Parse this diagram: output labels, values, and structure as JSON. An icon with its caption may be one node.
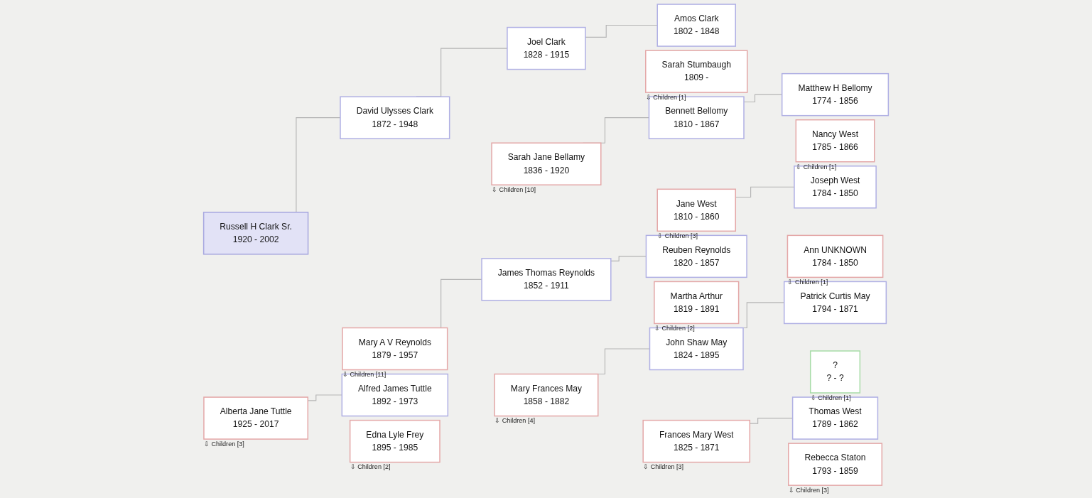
{
  "diagram": {
    "nodes": [
      {
        "text": [
          "Russell H Clark Sr.",
          "1920 - 2002"
        ]
      },
      {
        "text": [
          "Alberta Jane Tuttle",
          "1925 - 2017"
        ],
        "beside": [
          "⇩ Children [3]"
        ]
      },
      {
        "text": [
          "David Ulysses Clark",
          "1872 - 1948"
        ]
      },
      {
        "text": [
          "Mary A V Reynolds",
          "1879 - 1957"
        ],
        "beside": [
          "⇩ Children [11]"
        ]
      },
      {
        "text": [
          "Alfred James Tuttle",
          "1892 - 1973"
        ]
      },
      {
        "text": [
          "Edna Lyle Frey",
          "1895 - 1985"
        ],
        "beside": [
          "⇩ Children [2]"
        ]
      },
      {
        "text": [
          "Joel Clark",
          "1828 - 1915"
        ]
      },
      {
        "text": [
          "Sarah Jane Bellamy",
          "1836 - 1920"
        ],
        "beside": [
          "⇩ Children [10]"
        ]
      },
      {
        "text": [
          "James Thomas Reynolds",
          "1852 - 1911"
        ]
      },
      {
        "text": [
          "Mary Frances May",
          "1858 - 1882"
        ],
        "beside": [
          "⇩ Children [4]"
        ]
      },
      {
        "text": [
          "Amos Clark",
          "1802 - 1848"
        ]
      },
      {
        "text": [
          "Sarah Stumbaugh",
          "1809 -"
        ],
        "beside": [
          "⇩ Children [1]"
        ]
      },
      {
        "text": [
          "Bennett Bellomy",
          "1810 - 1867"
        ]
      },
      {
        "text": [
          "Jane West",
          "1810 - 1860"
        ],
        "beside": [
          "⇩ Children [3]"
        ]
      },
      {
        "text": [
          "Reuben Reynolds",
          "1820 - 1857"
        ]
      },
      {
        "text": [
          "Martha Arthur",
          "1819 - 1891"
        ],
        "beside": [
          "⇩ Children [2]"
        ]
      },
      {
        "text": [
          "John Shaw May",
          "1824 - 1895"
        ]
      },
      {
        "text": [
          "Frances Mary West",
          "1825 - 1871"
        ],
        "beside": [
          "⇩ Children [3]"
        ]
      },
      {
        "text": [
          "Matthew H Bellomy",
          "1774 - 1856"
        ]
      },
      {
        "text": [
          "Nancy West",
          "1785 - 1866"
        ],
        "beside": [
          "⇩ Children [1]"
        ]
      },
      {
        "text": [
          "Joseph West",
          "1784 - 1850"
        ]
      },
      {
        "text": [
          "Ann UNKNOWN",
          "1784 - 1850"
        ],
        "beside": [
          "⇩ Children [1]"
        ]
      },
      {
        "text": [
          "Patrick Curtis May",
          "1794 - 1871"
        ]
      },
      {
        "text": [
          "?",
          "? - ?"
        ],
        "beside": [
          "⇩ Children [1]"
        ]
      },
      {
        "text": [
          "Thomas West",
          "1789 - 1862"
        ]
      },
      {
        "text": [
          "Rebecca Staton",
          "1793 - 1859"
        ],
        "beside": [
          "⇩ Children [3]"
        ]
      }
    ],
    "edges": [
      {
        "from": 0,
        "to": 2,
        "arrow": "none"
      },
      {
        "from": 1,
        "to": 4,
        "arrow": "none"
      },
      {
        "from": 2,
        "to": 6,
        "arrow": "none"
      },
      {
        "from": 3,
        "to": 8,
        "arrow": "none"
      },
      {
        "from": 6,
        "to": 10,
        "arrow": "none"
      },
      {
        "from": 7,
        "to": 12,
        "arrow": "none"
      },
      {
        "from": 8,
        "to": 14,
        "arrow": "none"
      },
      {
        "from": 9,
        "to": 16,
        "arrow": "none"
      },
      {
        "from": 12,
        "to": 18,
        "arrow": "none"
      },
      {
        "from": 13,
        "to": 20,
        "arrow": "none"
      },
      {
        "from": 16,
        "to": 22,
        "arrow": "none"
      },
      {
        "from": 17,
        "to": 24,
        "arrow": "none"
      }
    ]
  }
}
